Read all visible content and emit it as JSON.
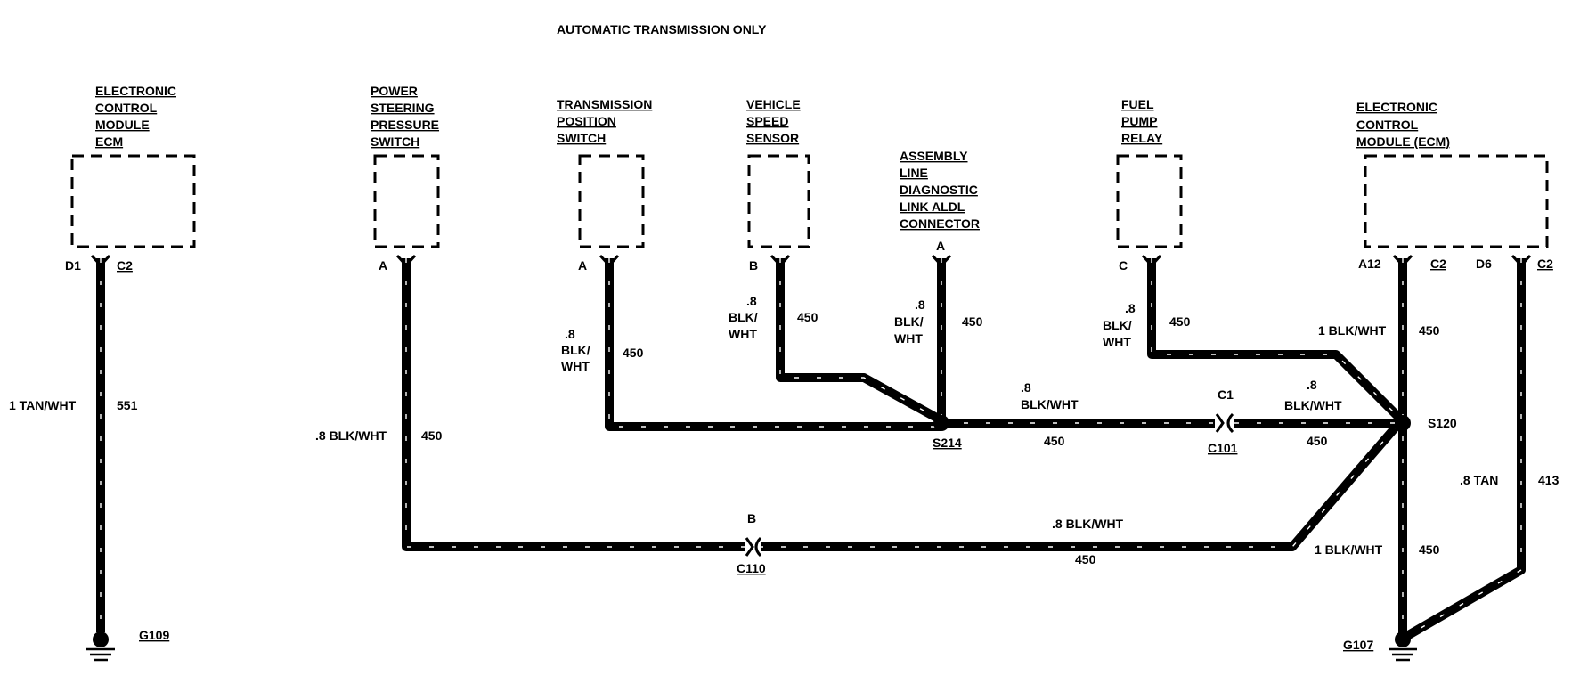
{
  "note": "AUTOMATIC TRANSMISSION ONLY",
  "components": {
    "ecm_left": {
      "lines": [
        "ELECTRONIC",
        "CONTROL",
        "MODULE",
        "ECM"
      ],
      "pin_a": "D1",
      "pin_b": "C2"
    },
    "power_steering": {
      "lines": [
        "POWER",
        "STEERING",
        "PRESSURE",
        "SWITCH"
      ],
      "pin": "A"
    },
    "tps": {
      "lines": [
        "TRANSMISSION",
        "POSITION",
        "SWITCH"
      ],
      "pin": "A"
    },
    "vss": {
      "lines": [
        "VEHICLE",
        "SPEED",
        "SENSOR"
      ],
      "pin": "B"
    },
    "aldl": {
      "lines": [
        "ASSEMBLY",
        "LINE",
        "DIAGNOSTIC",
        "LINK ALDL",
        "CONNECTOR"
      ],
      "pin": "A"
    },
    "fuel_pump_relay": {
      "lines": [
        "FUEL",
        "PUMP",
        "RELAY"
      ],
      "pin": "C"
    },
    "ecm_right": {
      "lines": [
        "ELECTRONIC",
        "CONTROL",
        "MODULE (ECM)"
      ],
      "pin_a12": "A12",
      "pin_c2a": "C2",
      "pin_d6": "D6",
      "pin_c2b": "C2"
    }
  },
  "wires": {
    "ecm_ground": {
      "gauge_color": "1 TAN/WHT",
      "circuit": "551"
    },
    "ps_switch": {
      "gauge_color": ".8 BLK/WHT",
      "circuit": "450"
    },
    "tps": {
      "gauge": ".8",
      "color_a": "BLK/",
      "color_b": "WHT",
      "circuit": "450"
    },
    "vss": {
      "gauge": ".8",
      "color_a": "BLK/",
      "color_b": "WHT",
      "circuit": "450"
    },
    "aldl": {
      "gauge": ".8",
      "color_a": "BLK/",
      "color_b": "WHT",
      "circuit": "450"
    },
    "relay": {
      "gauge": ".8",
      "color_a": "BLK/",
      "color_b": "WHT",
      "circuit": "450"
    },
    "s214_c101": {
      "gauge": ".8",
      "color": "BLK/WHT",
      "circuit": "450"
    },
    "c101_s120": {
      "gauge": ".8",
      "color": "BLK/WHT",
      "circuit": "450"
    },
    "ecm_a12": {
      "gauge_color": "1 BLK/WHT",
      "circuit": "450"
    },
    "c110_s120": {
      "gauge_color": ".8 BLK/WHT",
      "circuit": "450"
    },
    "s120_g107": {
      "gauge_color": "1 BLK/WHT",
      "circuit": "450"
    },
    "ecm_d6": {
      "gauge_color": ".8 TAN",
      "circuit": "413"
    }
  },
  "splices": {
    "s214": "S214",
    "s120": "S120"
  },
  "connectors": {
    "c101": {
      "name": "C101",
      "pin": "C1"
    },
    "c110": {
      "name": "C110",
      "pin": "B"
    }
  },
  "grounds": {
    "g109": "G109",
    "g107": "G107"
  }
}
